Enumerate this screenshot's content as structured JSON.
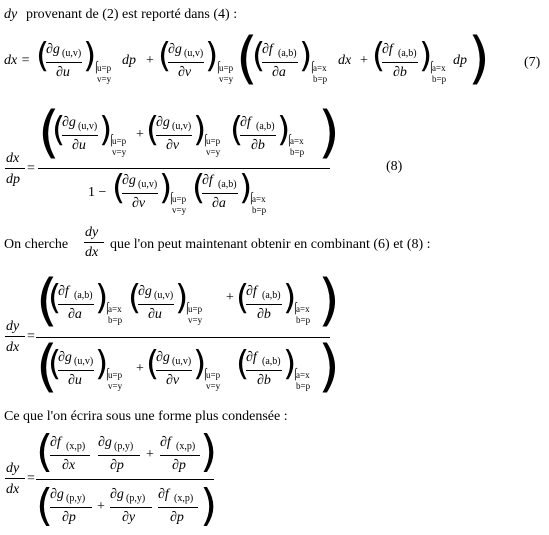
{
  "line1": {
    "dy": "dy",
    "text": "provenant de (2) est reporté dans (4) :"
  },
  "eq7": {
    "lhs": "dx =",
    "g": "∂g",
    "g_sub": "(u,v)",
    "du": "∂u",
    "dv": "∂v",
    "dp": "dp",
    "plus": "+",
    "f": "∂f",
    "f_sub": "(a,b)",
    "da": "∂a",
    "db": "∂b",
    "dx": "dx",
    "cond_u": "u=p",
    "cond_v": "v=y",
    "cond_a": "a=x",
    "cond_b": "b=p",
    "number": "(7)"
  },
  "eq8": {
    "lhs_num": "dx",
    "lhs_den": "dp",
    "eq": "=",
    "one_minus": "1 −",
    "number": "(8)"
  },
  "line2": {
    "prefix": "On cherche",
    "frac_num": "dy",
    "frac_den": "dx",
    "suffix": "que l'on peut maintenant obtenir en combinant (6) et (8) :"
  },
  "eq9": {
    "lhs_num": "dy",
    "lhs_den": "dx",
    "eq": "="
  },
  "line3": {
    "text": "Ce que l'on écrira sous une forme plus condensée :"
  },
  "eq10": {
    "lhs_num": "dy",
    "lhs_den": "dx",
    "eq": "=",
    "f_xp": "(x,p)",
    "g_py": "(p,y)",
    "dx": "∂x",
    "dp": "∂p",
    "dy": "∂y",
    "f": "∂f",
    "g": "∂g",
    "plus": "+"
  }
}
